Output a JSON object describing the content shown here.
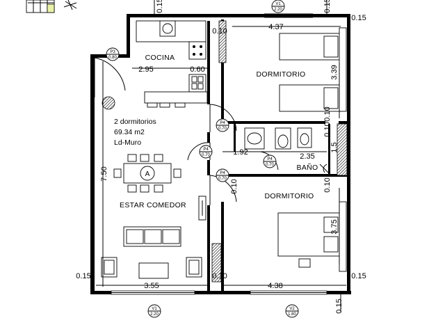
{
  "rooms": {
    "kitchen": "COCINA",
    "bedroom_top": "DORMITORIO",
    "bedroom_bottom": "DORMITORIO",
    "bathroom": "BAÑO",
    "living_dining": "ESTAR COMEDOR"
  },
  "unit_info": {
    "line1": "2 dormitorios",
    "line2": "69.34 m2",
    "line3": "Ld-Muro"
  },
  "table_marker": "A",
  "dimensions": {
    "kitchen_width": "2.95",
    "kitchen_wall": "0.60",
    "top_bedroom_width": "4.37",
    "bottom_bedroom_width": "4.38",
    "living_width": "3.55",
    "living_height": "7.50",
    "top_bedroom_depth": "3.39",
    "bottom_bedroom_depth": "3.75",
    "hall_width": "1.92",
    "bath_width": "2.35",
    "bath_depth": "1.5",
    "wall_top_left": "0.15",
    "wall_top_right": "0.15",
    "wall_right_top": "0.15",
    "wall_left_bottom": "0.15",
    "wall_right_bottom": "0.15",
    "wall_bottom_right": "0.15",
    "partition_top": "0.10",
    "partition_top_right": "0.10",
    "partition_mid": "0.10",
    "partition_right_mid": "0.10",
    "partition_bottom": "0.10",
    "partition_bath": "0.10"
  },
  "doors": {
    "p4_bed_top": {
      "code": "P4",
      "size": "0.70"
    },
    "p4_hall": {
      "code": "P4",
      "size": "0.70"
    },
    "p4_bath": {
      "code": "P4",
      "size": "0.70"
    },
    "p4_bed_bottom": {
      "code": "P4",
      "size": "0.70"
    },
    "p3_entry": {
      "code": "P3",
      "size": "0.80"
    }
  },
  "windows": {
    "v1_top": {
      "code": "V1",
      "size": "2.20"
    },
    "v1_bottom": {
      "code": "V1",
      "size": "2.20"
    },
    "v2_bottom": {
      "code": "V2",
      "size": "1.80"
    }
  }
}
